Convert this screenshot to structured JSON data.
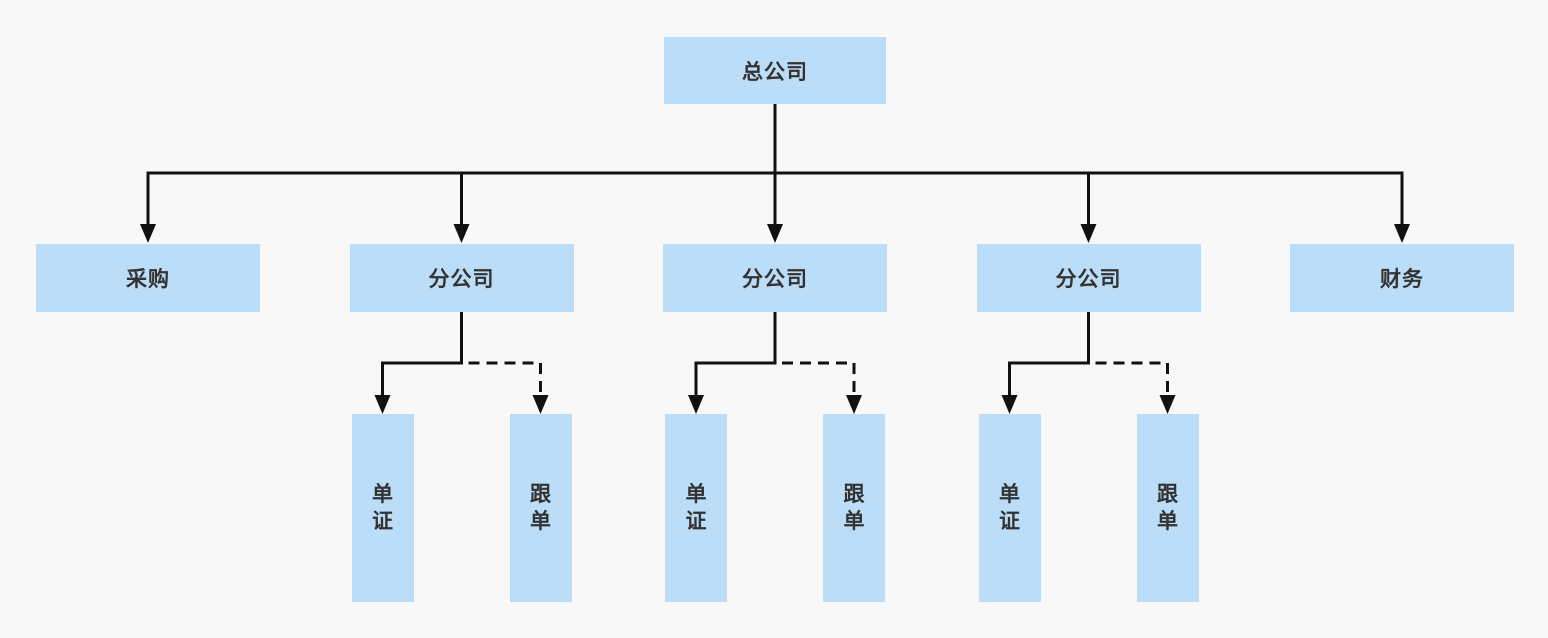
{
  "colors": {
    "canvas_bg": "#f8f8f8",
    "node_fill": "#bbddf7",
    "node_text": "#333333",
    "line": "#111111"
  },
  "org_chart": {
    "root": {
      "label": "总公司"
    },
    "departments": [
      {
        "label": "采购",
        "children": []
      },
      {
        "label": "分公司",
        "children": [
          {
            "label": "单证",
            "connector": "solid"
          },
          {
            "label": "跟单",
            "connector": "dashed"
          }
        ]
      },
      {
        "label": "分公司",
        "children": [
          {
            "label": "单证",
            "connector": "solid"
          },
          {
            "label": "跟单",
            "connector": "dashed"
          }
        ]
      },
      {
        "label": "分公司",
        "children": [
          {
            "label": "单证",
            "connector": "solid"
          },
          {
            "label": "跟单",
            "connector": "dashed"
          }
        ]
      },
      {
        "label": "财务",
        "children": []
      }
    ]
  }
}
